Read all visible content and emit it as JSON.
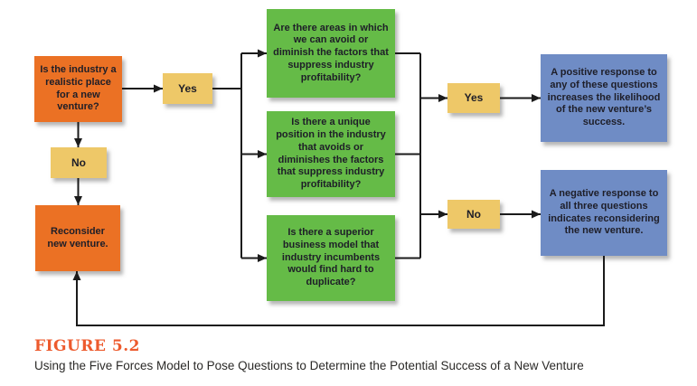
{
  "figure": {
    "label": "FIGURE 5.2",
    "caption": "Using the Five Forces Model to Pose Questions to Determine the Potential Success of a New Venture"
  },
  "colors": {
    "orange_box": "#EB7124",
    "yellow_box": "#EEC868",
    "green_box": "#65BB47",
    "blue_box": "#6F8CC5",
    "connector_line": "#1B1B1B",
    "figure_label": "#ED5A2D",
    "box_text": "#1E1E28",
    "caption_text": "#2B2A28"
  },
  "nodes": {
    "start": {
      "text": "Is the industry a realistic place for a new venture?"
    },
    "yes_left": {
      "text": "Yes"
    },
    "no_left": {
      "text": "No"
    },
    "reconsider": {
      "text": "Reconsider new venture."
    },
    "question1": {
      "text": "Are there areas in which we can avoid or diminish the factors that suppress industry profitability?"
    },
    "question2": {
      "text": "Is there a unique position in the industry that avoids or diminishes the factors that suppress industry profitability?"
    },
    "question3": {
      "text": "Is there a superior business model that industry incumbents would find hard to duplicate?"
    },
    "yes_right": {
      "text": "Yes"
    },
    "no_right": {
      "text": "No"
    },
    "positive": {
      "text": "A positive response to any of these questions increases the likelihood of the new venture’s success."
    },
    "negative": {
      "text": "A negative response to all three questions indicates reconsidering the new venture."
    }
  },
  "edges": [
    {
      "from": "start",
      "to": "yes_left"
    },
    {
      "from": "start",
      "to": "no_left"
    },
    {
      "from": "no_left",
      "to": "reconsider"
    },
    {
      "from": "yes_left",
      "to": "question1"
    },
    {
      "from": "yes_left",
      "to": "question2"
    },
    {
      "from": "yes_left",
      "to": "question3"
    },
    {
      "from": "question1",
      "to": "yes_right"
    },
    {
      "from": "question2",
      "to": "yes_right"
    },
    {
      "from": "question3",
      "to": "yes_right"
    },
    {
      "from": "question1",
      "to": "no_right"
    },
    {
      "from": "question2",
      "to": "no_right"
    },
    {
      "from": "question3",
      "to": "no_right"
    },
    {
      "from": "yes_right",
      "to": "positive"
    },
    {
      "from": "no_right",
      "to": "negative"
    },
    {
      "from": "negative",
      "to": "reconsider"
    }
  ]
}
